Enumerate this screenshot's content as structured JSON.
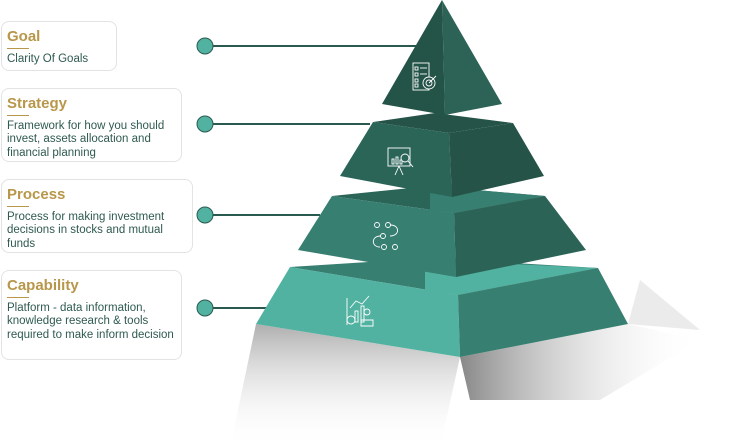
{
  "levels": [
    {
      "title": "Goal",
      "description": "Clarity Of Goals",
      "icon": "goal-checklist-target-icon"
    },
    {
      "title": "Strategy",
      "description": "Framework for how you should invest, assets allocation and financial planning",
      "icon": "strategy-chart-analysis-icon"
    },
    {
      "title": "Process",
      "description": "Process for making investment decisions in stocks and mutual funds",
      "icon": "process-flow-icon"
    },
    {
      "title": "Capability",
      "description": "Platform - data information, knowledge research & tools required to make inform decision",
      "icon": "capability-platform-growth-icon"
    }
  ],
  "colors": {
    "title_gold": "#b8964a",
    "text": "#2f5a50",
    "connector": "#2a5a4f",
    "node": "#52b2a1"
  }
}
